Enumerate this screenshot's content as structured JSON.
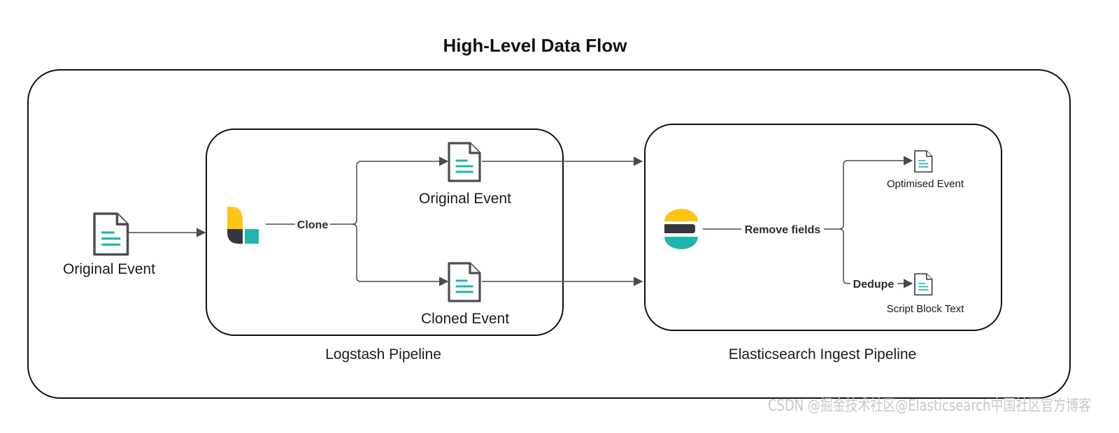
{
  "title": "High-Level Data Flow",
  "source": {
    "label": "Original Event",
    "icon": "document-icon"
  },
  "logstash": {
    "label": "Logstash Pipeline",
    "icon": "logstash-logo-icon",
    "edge_label": "Clone",
    "outputs": [
      {
        "label": "Original Event",
        "icon": "document-icon"
      },
      {
        "label": "Cloned Event",
        "icon": "document-icon"
      }
    ]
  },
  "elasticsearch": {
    "label": "Elasticsearch Ingest Pipeline",
    "icon": "elasticsearch-logo-icon",
    "edge_label": "Remove fields",
    "secondary_edge_label": "Dedupe",
    "outputs": [
      {
        "label": "Optimised Event",
        "icon": "document-icon"
      },
      {
        "label": "Script Block Text",
        "icon": "document-icon"
      }
    ]
  },
  "watermark": "CSDN @掘金技术社区@Elasticsearch中国社区官方博客",
  "colors": {
    "logstash_yellow": "#FEC514",
    "logstash_dark": "#343741",
    "teal": "#1FB7AD",
    "elastic_yellow": "#FEC514",
    "elastic_dark": "#343741",
    "elastic_teal": "#1FB7AD",
    "doc_outline": "#4A4D57"
  }
}
